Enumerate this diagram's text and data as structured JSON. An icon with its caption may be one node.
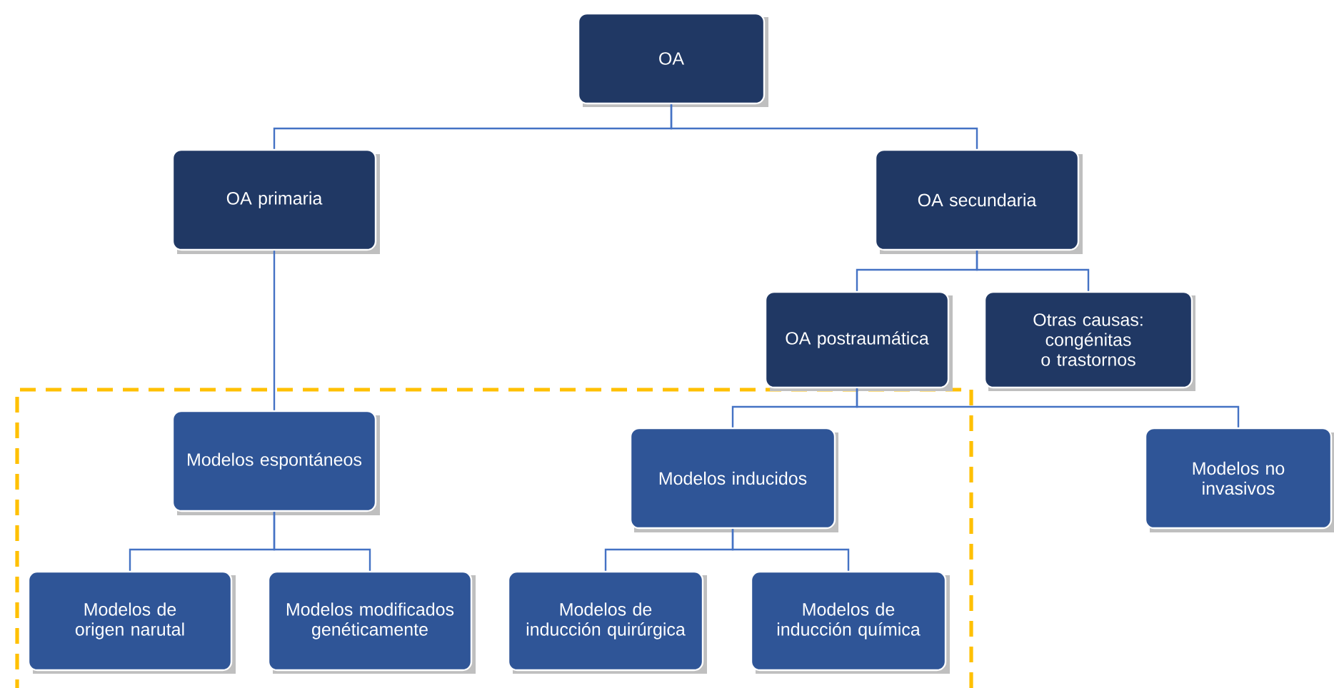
{
  "diagram": {
    "nodes": [
      {
        "text": [
          "OA"
        ]
      },
      {
        "text": [
          "OA primaria"
        ]
      },
      {
        "text": [
          "OA secundaria"
        ]
      },
      {
        "text": [
          "OA postraumática"
        ]
      },
      {
        "text": [
          "Otras causas: congénitas o trastornos"
        ]
      },
      {
        "text": [
          "Modelos espontáneos"
        ]
      },
      {
        "text": [
          "Modelos inducidos"
        ]
      },
      {
        "text": [
          "Modelos no invasivos"
        ]
      },
      {
        "text": [
          "Modelos de origen narutal"
        ]
      },
      {
        "text": [
          "Modelos modificados genéticamente"
        ]
      },
      {
        "text": [
          "Modelos de inducción quirúrgica"
        ]
      },
      {
        "text": [
          "Modelos de inducción química"
        ]
      }
    ],
    "edges": [
      {
        "from": 0,
        "to": 1,
        "arrow": "none"
      },
      {
        "from": 0,
        "to": 2,
        "arrow": "none"
      },
      {
        "from": 2,
        "to": 3,
        "arrow": "none"
      },
      {
        "from": 2,
        "to": 4,
        "arrow": "none"
      },
      {
        "from": 1,
        "to": 5,
        "arrow": "none"
      },
      {
        "from": 3,
        "to": 6,
        "arrow": "none"
      },
      {
        "from": 3,
        "to": 7,
        "arrow": "none"
      },
      {
        "from": 5,
        "to": 8,
        "arrow": "none"
      },
      {
        "from": 5,
        "to": 9,
        "arrow": "none"
      },
      {
        "from": 6,
        "to": 10,
        "arrow": "none"
      },
      {
        "from": 6,
        "to": 11,
        "arrow": "none"
      }
    ]
  }
}
